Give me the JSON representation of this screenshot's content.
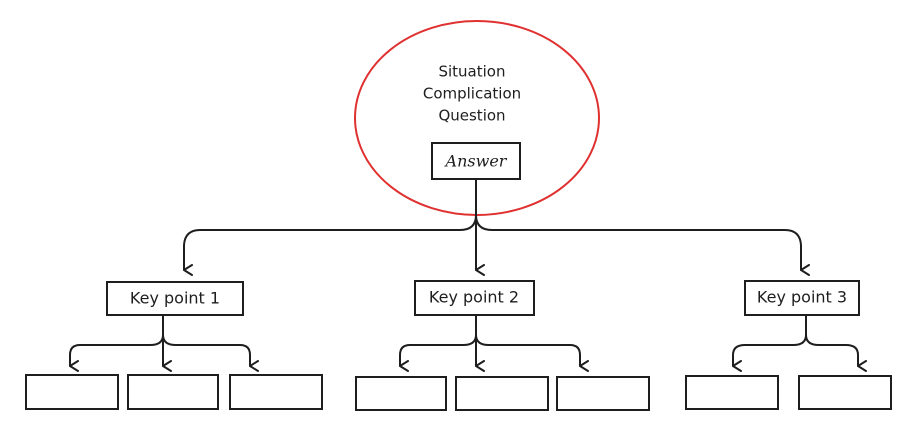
{
  "top": {
    "lines": [
      "Situation",
      "Complication",
      "Question"
    ],
    "answer": "Answer",
    "accent_color": "#e03131",
    "stroke_color": "#1e1e1e"
  },
  "key_points": [
    {
      "label": "Key point 1",
      "children": [
        "",
        "",
        ""
      ]
    },
    {
      "label": "Key point 2",
      "children": [
        "",
        "",
        ""
      ]
    },
    {
      "label": "Key point 3",
      "children": [
        "",
        ""
      ]
    }
  ]
}
